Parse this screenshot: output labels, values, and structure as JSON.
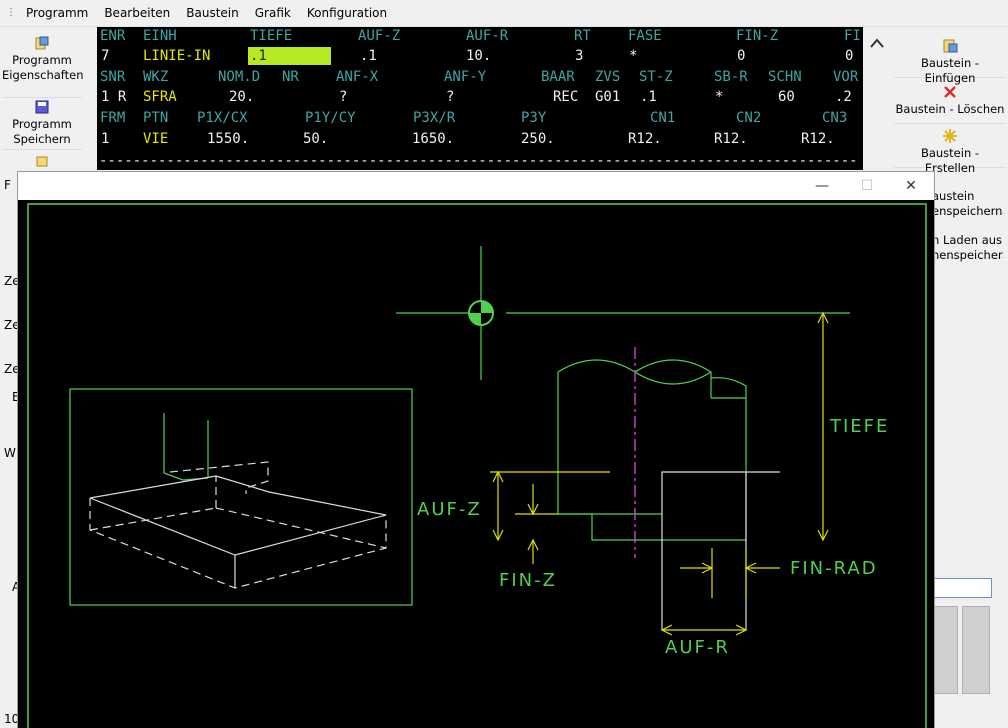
{
  "menu": {
    "items": [
      "Programm",
      "Bearbeiten",
      "Baustein",
      "Grafik",
      "Konfiguration"
    ]
  },
  "left_panel": {
    "buttons": [
      {
        "label": "Programm Eigenschaften",
        "icon": "program-properties-icon"
      },
      {
        "label": "Programm Speichern",
        "icon": "save-icon"
      }
    ],
    "partial_labels": [
      "F",
      "Ze",
      "Ze",
      "Ze",
      "E",
      "W",
      "A",
      "10"
    ]
  },
  "right_panel": {
    "buttons": [
      {
        "label": "Baustein - Einfügen",
        "icon": "insert-block-icon"
      },
      {
        "label": "Baustein - Löschen",
        "icon": "delete-x-icon"
      },
      {
        "label": "Baustein - Erstellen",
        "icon": "create-star-icon"
      }
    ],
    "partial_buttons": [
      "austein\nenspeichern",
      "n Laden aus\nhenspeicher"
    ]
  },
  "terminal": {
    "rows": [
      {
        "color": "h",
        "cells": [
          "ENR",
          "EINH",
          "TIEFE",
          "AUF-Z",
          "AUF-R",
          "RT",
          "FASE",
          "FIN-Z",
          "FI"
        ]
      },
      {
        "color": "mix",
        "cells": [
          "7",
          "LINIE-IN",
          ".1",
          ".1",
          "10.",
          "3",
          "*",
          "0",
          "0"
        ]
      },
      {
        "color": "h",
        "cells": [
          "SNR",
          "WKZ",
          "NOM.D",
          "NR",
          "ANF-X",
          "ANF-Y",
          "BAAR",
          "ZVS",
          "ST-Z",
          "SB-R",
          "SCHN",
          "VOR"
        ]
      },
      {
        "color": "mix",
        "cells": [
          "1 R",
          "SFRA",
          "20.",
          "?",
          "?",
          "REC",
          "G01",
          ".1",
          "*",
          "60",
          ".2"
        ]
      },
      {
        "color": "h",
        "cells": [
          "FRM",
          "PTN",
          "P1X/CX",
          "P1Y/CY",
          "P3X/R",
          "P3Y",
          "CN1",
          "CN2",
          "CN3"
        ]
      },
      {
        "color": "mix",
        "cells": [
          "1",
          "VIE",
          "1550.",
          "50.",
          "1650.",
          "250.",
          "R12.",
          "R12.",
          "R12."
        ]
      }
    ],
    "separator": "------------------------------------------------------------------------------------------"
  },
  "graphic": {
    "labels": {
      "tiefe": "TIEFE",
      "auf_z": "AUF-Z",
      "fin_z": "FIN-Z",
      "fin_rad": "FIN-RAD",
      "auf_r": "AUF-R"
    }
  },
  "colors": {
    "terminal_header": "#3ca6a6",
    "terminal_value": "#f0f0f0",
    "terminal_yellow": "#e8e800",
    "highlight": "#b5ea22",
    "graphic_green": "#4fd14f",
    "graphic_yellow": "#e0e000",
    "graphic_magenta": "#c040c0"
  }
}
